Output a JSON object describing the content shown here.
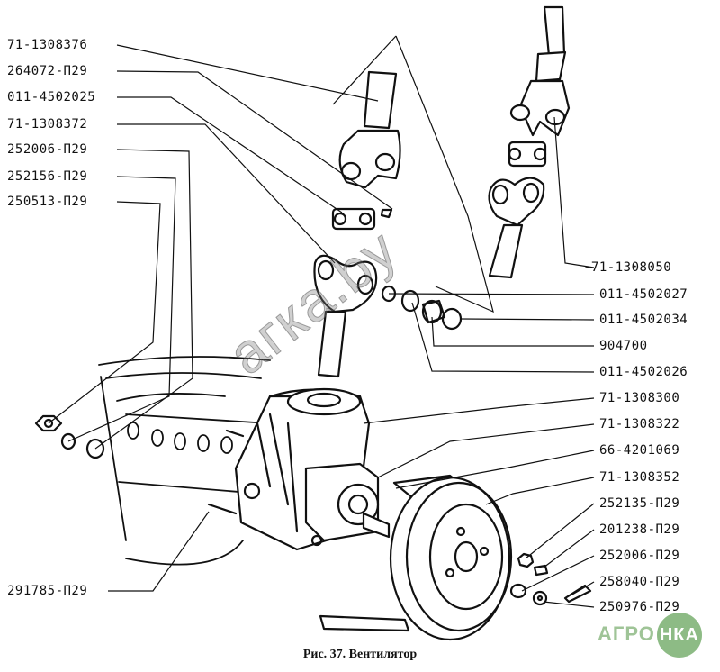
{
  "labels_left": [
    "71-1308376",
    "264072-П29",
    "011-4502025",
    "71-1308372",
    "252006-П29",
    "252156-П29",
    "250513-П29"
  ],
  "label_bottom_left": "291785-П29",
  "labels_right": [
    "-71-1308050",
    "011-4502027",
    "011-4502034",
    "904700",
    "011-4502026",
    "71-1308300",
    "71-1308322",
    "66-4201069",
    "71-1308352",
    "252135-П29",
    "201238-П29",
    "252006-П29",
    "258040-П29",
    "250976-П29"
  ],
  "caption": "Рис. 37. Вентилятор",
  "watermark": "агка.by",
  "logo": {
    "text_left": "АГРО",
    "text_circle": "НКА",
    "color": "#8dbb85"
  },
  "colors": {
    "ink": "#111111",
    "background": "#ffffff"
  }
}
